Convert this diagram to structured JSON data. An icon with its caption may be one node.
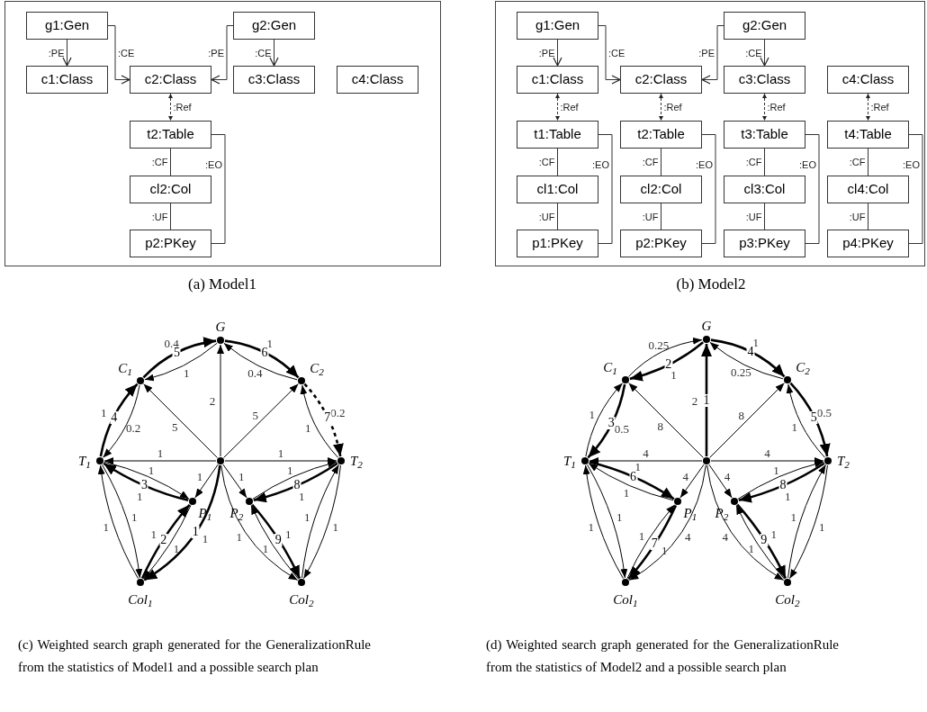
{
  "diagram": {
    "nodes": [
      {
        "text": [],
        "shape": "box"
      },
      {
        "text": [
          "g1:Gen"
        ],
        "in": 0
      },
      {
        "text": [
          "g2:Gen"
        ],
        "in": 0
      },
      {
        "text": [
          "c1:Class"
        ],
        "in": 0
      },
      {
        "text": [
          "c2:Class"
        ],
        "in": 0
      },
      {
        "text": [
          "c3:Class"
        ],
        "in": 0
      },
      {
        "text": [
          "c4:Class"
        ],
        "in": 0
      },
      {
        "text": [
          "t2:Table"
        ],
        "in": 0
      },
      {
        "text": [
          "cl2:Col"
        ],
        "in": 0
      },
      {
        "text": [
          "p2:PKey"
        ],
        "in": 0
      },
      {
        "text": [],
        "shape": "box"
      },
      {
        "text": [
          "g1:Gen"
        ],
        "in": 10
      },
      {
        "text": [
          "g2:Gen"
        ],
        "in": 10
      },
      {
        "text": [
          "c1:Class"
        ],
        "in": 10
      },
      {
        "text": [
          "c2:Class"
        ],
        "in": 10
      },
      {
        "text": [
          "c3:Class"
        ],
        "in": 10
      },
      {
        "text": [
          "c4:Class"
        ],
        "in": 10
      },
      {
        "text": [
          "t1:Table"
        ],
        "in": 10
      },
      {
        "text": [
          "t2:Table"
        ],
        "in": 10
      },
      {
        "text": [
          "t3:Table"
        ],
        "in": 10
      },
      {
        "text": [
          "t4:Table"
        ],
        "in": 10
      },
      {
        "text": [
          "cl1:Col"
        ],
        "in": 10
      },
      {
        "text": [
          "cl2:Col"
        ],
        "in": 10
      },
      {
        "text": [
          "cl3:Col"
        ],
        "in": 10
      },
      {
        "text": [
          "cl4:Col"
        ],
        "in": 10
      },
      {
        "text": [
          "p1:PKey"
        ],
        "in": 10
      },
      {
        "text": [
          "p2:PKey"
        ],
        "in": 10
      },
      {
        "text": [
          "p3:PKey"
        ],
        "in": 10
      },
      {
        "text": [
          "p4:PKey"
        ],
        "in": 10
      },
      {
        "text": [],
        "shape": "circle",
        "beside": [
          "G"
        ]
      },
      {
        "text": [],
        "shape": "circle",
        "beside": [
          "C$_{1}$"
        ]
      },
      {
        "text": [],
        "shape": "circle",
        "beside": [
          "C$_{2}$"
        ]
      },
      {
        "text": [],
        "shape": "circle"
      },
      {
        "text": [],
        "shape": "circle",
        "beside": [
          "T$_{1}$"
        ]
      },
      {
        "text": [],
        "shape": "circle",
        "beside": [
          "T$_{2}$"
        ]
      },
      {
        "text": [],
        "shape": "circle",
        "beside": [
          "P$_{1}$"
        ]
      },
      {
        "text": [],
        "shape": "circle",
        "beside": [
          "P$_{2}$"
        ]
      },
      {
        "text": [],
        "shape": "circle",
        "beside": [
          "Col$_{1}$"
        ]
      },
      {
        "text": [],
        "shape": "circle",
        "beside": [
          "Col$_{2}$"
        ]
      },
      {
        "text": [],
        "shape": "circle",
        "beside": [
          "G"
        ]
      },
      {
        "text": [],
        "shape": "circle",
        "beside": [
          "C$_{1}$"
        ]
      },
      {
        "text": [],
        "shape": "circle",
        "beside": [
          "C$_{2}$"
        ]
      },
      {
        "text": [],
        "shape": "circle"
      },
      {
        "text": [],
        "shape": "circle",
        "beside": [
          "T$_{1}$"
        ]
      },
      {
        "text": [],
        "shape": "circle",
        "beside": [
          "T$_{2}$"
        ]
      },
      {
        "text": [],
        "shape": "circle",
        "beside": [
          "P$_{1}$"
        ]
      },
      {
        "text": [],
        "shape": "circle",
        "beside": [
          "P$_{2}$"
        ]
      },
      {
        "text": [],
        "shape": "circle",
        "beside": [
          "Col$_{1}$"
        ]
      },
      {
        "text": [],
        "shape": "circle",
        "beside": [
          "Col$_{2}$"
        ]
      }
    ],
    "edges": [
      {
        "from": 1,
        "to": 3,
        "arrow": "to",
        "label": ":PE"
      },
      {
        "from": 1,
        "to": 4,
        "arrow": "to",
        "label": ":CE"
      },
      {
        "from": 2,
        "to": 4,
        "arrow": "to",
        "label": ":PE"
      },
      {
        "from": 2,
        "to": 5,
        "arrow": "to",
        "label": ":CE"
      },
      {
        "from": 4,
        "to": 7,
        "arrow": "both",
        "label": ":Ref",
        "style": "dashed"
      },
      {
        "from": 7,
        "to": 8,
        "arrow": "other",
        "label": ":CF"
      },
      {
        "from": 7,
        "to": 9,
        "arrow": "other",
        "label": ":EO"
      },
      {
        "from": 8,
        "to": 9,
        "arrow": "none",
        "label": ":UF"
      },
      {
        "from": 11,
        "to": 13,
        "arrow": "to",
        "label": ":PE"
      },
      {
        "from": 11,
        "to": 14,
        "arrow": "to",
        "label": ":CE"
      },
      {
        "from": 12,
        "to": 14,
        "arrow": "to",
        "label": ":PE"
      },
      {
        "from": 12,
        "to": 15,
        "arrow": "to",
        "label": ":CE"
      },
      {
        "from": 13,
        "to": 17,
        "arrow": "both",
        "label": ":Ref",
        "style": "dashed"
      },
      {
        "from": 14,
        "to": 18,
        "arrow": "both",
        "label": ":Ref",
        "style": "dashed"
      },
      {
        "from": 15,
        "to": 19,
        "arrow": "both",
        "label": ":Ref",
        "style": "dashed"
      },
      {
        "from": 16,
        "to": 20,
        "arrow": "both",
        "label": ":Ref",
        "style": "dashed"
      },
      {
        "from": 17,
        "to": 21,
        "arrow": "other",
        "label": ":CF"
      },
      {
        "from": 18,
        "to": 22,
        "arrow": "other",
        "label": ":CF"
      },
      {
        "from": 19,
        "to": 23,
        "arrow": "other",
        "label": ":CF"
      },
      {
        "from": 20,
        "to": 24,
        "arrow": "other",
        "label": ":CF"
      },
      {
        "from": 17,
        "to": 25,
        "arrow": "other",
        "label": ":EO"
      },
      {
        "from": 18,
        "to": 26,
        "arrow": "other",
        "label": ":EO"
      },
      {
        "from": 19,
        "to": 27,
        "arrow": "other",
        "label": ":EO"
      },
      {
        "from": 20,
        "to": 28,
        "arrow": "other",
        "label": ":EO"
      },
      {
        "from": 21,
        "to": 25,
        "arrow": "none",
        "label": ":UF"
      },
      {
        "from": 22,
        "to": 26,
        "arrow": "none",
        "label": ":UF"
      },
      {
        "from": 23,
        "to": 27,
        "arrow": "none",
        "label": ":UF"
      },
      {
        "from": 24,
        "to": 28,
        "arrow": "none",
        "label": ":UF"
      },
      {
        "from": 32,
        "to": 29,
        "arrow": "to",
        "label": "2"
      },
      {
        "from": 32,
        "to": 30,
        "arrow": "to",
        "label": "5"
      },
      {
        "from": 32,
        "to": 31,
        "arrow": "to",
        "label": "5"
      },
      {
        "from": 32,
        "to": 33,
        "arrow": "to",
        "label": "1"
      },
      {
        "from": 32,
        "to": 34,
        "arrow": "to",
        "label": "1"
      },
      {
        "from": 32,
        "to": 35,
        "arrow": "to",
        "label": "1"
      },
      {
        "from": 32,
        "to": 36,
        "arrow": "to",
        "label": "1"
      },
      {
        "from": 32,
        "to": 37,
        "arrow": "to",
        "label": "1",
        "style": "thick"
      },
      {
        "from": 32,
        "to": 38,
        "arrow": "to",
        "label": "1"
      },
      {
        "from": 30,
        "to": 29,
        "arrow": "to",
        "label": "0.4",
        "style": "thick"
      },
      {
        "from": 29,
        "to": 30,
        "arrow": "to",
        "label": "1"
      },
      {
        "from": 29,
        "to": 31,
        "arrow": "to",
        "label": "1",
        "style": "thick"
      },
      {
        "from": 31,
        "to": 29,
        "arrow": "to",
        "label": "0.4"
      },
      {
        "from": 33,
        "to": 30,
        "arrow": "to",
        "label": "1",
        "style": "thick"
      },
      {
        "from": 30,
        "to": 33,
        "arrow": "to",
        "label": "0.2"
      },
      {
        "from": 31,
        "to": 34,
        "arrow": "to",
        "label": "0.2",
        "style": "dashed"
      },
      {
        "from": 34,
        "to": 31,
        "arrow": "to",
        "label": "1"
      },
      {
        "from": 33,
        "to": 35,
        "arrow": "to",
        "label": "1"
      },
      {
        "from": 35,
        "to": 33,
        "arrow": "to",
        "label": "1",
        "style": "thick"
      },
      {
        "from": 33,
        "to": 37,
        "arrow": "to",
        "label": "1"
      },
      {
        "from": 37,
        "to": 33,
        "arrow": "to",
        "label": "1"
      },
      {
        "from": 37,
        "to": 35,
        "arrow": "to",
        "label": "1",
        "style": "thick"
      },
      {
        "from": 35,
        "to": 37,
        "arrow": "to",
        "label": "1"
      },
      {
        "from": 34,
        "to": 36,
        "arrow": "to",
        "label": "1",
        "style": "thick"
      },
      {
        "from": 36,
        "to": 34,
        "arrow": "to",
        "label": "1"
      },
      {
        "from": 34,
        "to": 38,
        "arrow": "to",
        "label": "1"
      },
      {
        "from": 38,
        "to": 34,
        "arrow": "to",
        "label": "1"
      },
      {
        "from": 36,
        "to": 38,
        "arrow": "to",
        "label": "1",
        "style": "thick"
      },
      {
        "from": 38,
        "to": 36,
        "arrow": "to",
        "label": "1"
      },
      {
        "from": 42,
        "to": 39,
        "arrow": "to",
        "label": "2",
        "style": "thick"
      },
      {
        "from": 42,
        "to": 40,
        "arrow": "to",
        "label": "8"
      },
      {
        "from": 42,
        "to": 41,
        "arrow": "to",
        "label": "8"
      },
      {
        "from": 42,
        "to": 43,
        "arrow": "to",
        "label": "4"
      },
      {
        "from": 42,
        "to": 44,
        "arrow": "to",
        "label": "4"
      },
      {
        "from": 42,
        "to": 45,
        "arrow": "to",
        "label": "4"
      },
      {
        "from": 42,
        "to": 46,
        "arrow": "to",
        "label": "4"
      },
      {
        "from": 42,
        "to": 47,
        "arrow": "to",
        "label": "4"
      },
      {
        "from": 42,
        "to": 48,
        "arrow": "to",
        "label": "4"
      },
      {
        "from": 40,
        "to": 39,
        "arrow": "to",
        "label": "0.25"
      },
      {
        "from": 39,
        "to": 40,
        "arrow": "to",
        "label": "1",
        "style": "thick"
      },
      {
        "from": 39,
        "to": 41,
        "arrow": "to",
        "label": "1",
        "style": "thick"
      },
      {
        "from": 41,
        "to": 39,
        "arrow": "to",
        "label": "0.25"
      },
      {
        "from": 43,
        "to": 40,
        "arrow": "to",
        "label": "1"
      },
      {
        "from": 40,
        "to": 43,
        "arrow": "to",
        "label": "0.5",
        "style": "thick"
      },
      {
        "from": 41,
        "to": 44,
        "arrow": "to",
        "label": "0.5",
        "style": "thick"
      },
      {
        "from": 44,
        "to": 41,
        "arrow": "to",
        "label": "1"
      },
      {
        "from": 43,
        "to": 45,
        "arrow": "to",
        "label": "1",
        "style": "thick"
      },
      {
        "from": 45,
        "to": 43,
        "arrow": "to",
        "label": "1"
      },
      {
        "from": 43,
        "to": 47,
        "arrow": "to",
        "label": "1"
      },
      {
        "from": 47,
        "to": 43,
        "arrow": "to",
        "label": "1"
      },
      {
        "from": 47,
        "to": 45,
        "arrow": "to",
        "label": "1"
      },
      {
        "from": 45,
        "to": 47,
        "arrow": "to",
        "label": "1",
        "style": "thick"
      },
      {
        "from": 44,
        "to": 46,
        "arrow": "to",
        "label": "1",
        "style": "thick"
      },
      {
        "from": 46,
        "to": 44,
        "arrow": "to",
        "label": "1"
      },
      {
        "from": 44,
        "to": 48,
        "arrow": "to",
        "label": "1"
      },
      {
        "from": 48,
        "to": 44,
        "arrow": "to",
        "label": "1"
      },
      {
        "from": 46,
        "to": 48,
        "arrow": "to",
        "label": "1",
        "style": "thick"
      },
      {
        "from": 48,
        "to": 46,
        "arrow": "to",
        "label": "1"
      }
    ],
    "labels": [
      "(a) Model1",
      "(b) Model2",
      "1",
      "2",
      "3",
      "4",
      "5",
      "6",
      "7",
      "8",
      "9",
      "1",
      "2",
      "3",
      "4",
      "5",
      "6",
      "7",
      "8",
      "9",
      "(c) Weighted search graph generated for the GeneralizationRule from the statistics of Model1 and a possible search plan",
      "(d) Weighted search graph generated for the GeneralizationRule from the statistics of Model2 and a possible search plan"
    ]
  }
}
